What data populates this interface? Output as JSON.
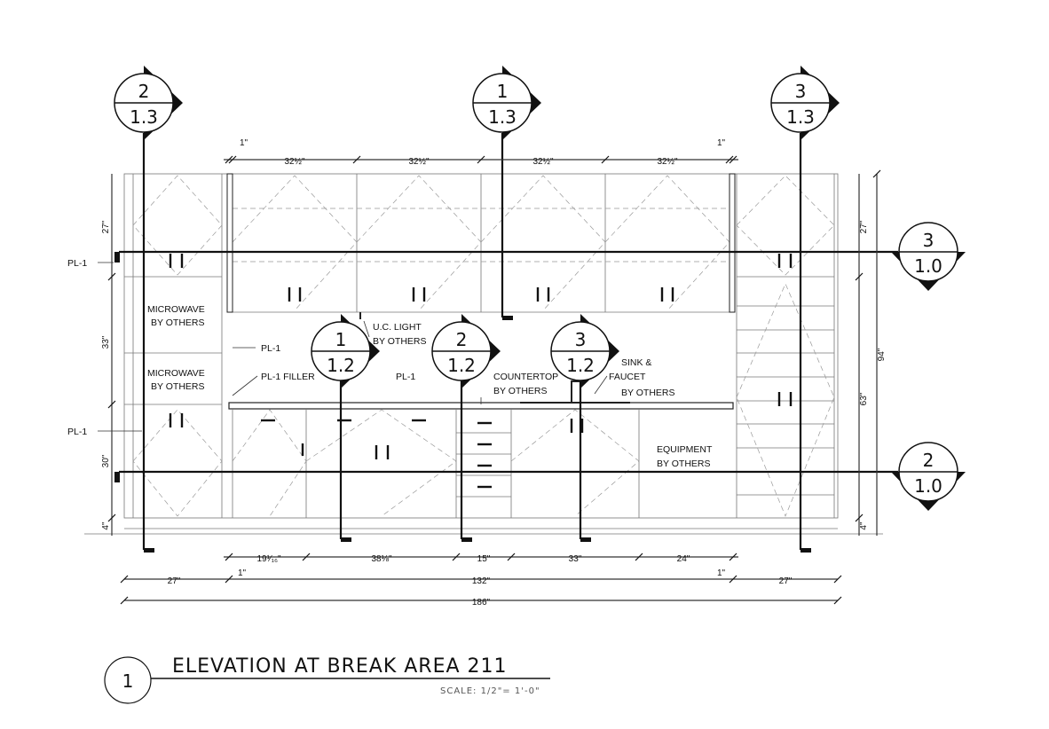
{
  "title": "ELEVATION AT BREAK AREA 211",
  "scale": "SCALE: 1/2\"= 1'-0\"",
  "view_number": "1",
  "section_markers": [
    {
      "top": "2",
      "bottom": "1.3"
    },
    {
      "top": "1",
      "bottom": "1.3"
    },
    {
      "top": "3",
      "bottom": "1.3"
    },
    {
      "top": "1",
      "bottom": "1.2"
    },
    {
      "top": "2",
      "bottom": "1.2"
    },
    {
      "top": "3",
      "bottom": "1.2"
    }
  ],
  "side_markers": [
    {
      "top": "3",
      "bottom": "1.0"
    },
    {
      "top": "2",
      "bottom": "1.0"
    }
  ],
  "notes": {
    "microwave1_l1": "MICROWAVE",
    "microwave1_l2": "BY OTHERS",
    "microwave2_l1": "MICROWAVE",
    "microwave2_l2": "BY OTHERS",
    "uc_light_l1": "U.C. LIGHT",
    "uc_light_l2": "BY OTHERS",
    "countertop_l1": "COUNTERTOP",
    "countertop_l2": "BY OTHERS",
    "sink_l1": "SINK &",
    "sink_l2": "FAUCET",
    "sink_l3": "BY OTHERS",
    "equipment_l1": "EQUIPMENT",
    "equipment_l2": "BY OTHERS",
    "pl1_a": "PL-1",
    "pl1_b": "PL-1",
    "pl1_c": "PL-1",
    "pl1_filler": "PL-1  FILLER",
    "pl1_d": "PL-1"
  },
  "dimensions": {
    "top_filler_left": "1\"",
    "top_filler_right": "1\"",
    "top_cab_1": "32½\"",
    "top_cab_2": "32½\"",
    "top_cab_3": "32½\"",
    "top_cab_4": "32½\"",
    "left_upper": "27\"",
    "left_mid": "33\"",
    "left_lower": "30\"",
    "left_toe": "4\"",
    "right_upper": "27\"",
    "right_mid": "63\"",
    "right_total": "94\"",
    "right_toe": "4\"",
    "bot_1": "19¹⁄₁₆\"",
    "bot_2": "38⅛\"",
    "bot_3": "15\"",
    "bot_4": "33\"",
    "bot_5": "24\"",
    "bot_filler_left": "1\"",
    "bot_filler_right": "1\"",
    "overall_left": "27\"",
    "overall_mid": "132\"",
    "overall_right": "27\"",
    "overall_total": "186\""
  }
}
